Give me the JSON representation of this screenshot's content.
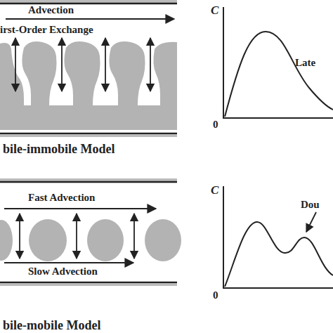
{
  "diagram": {
    "labels": [
      "Advection",
      "irst-Order Exchange",
      "bile-immobile Model",
      "C",
      "0",
      "Late",
      "Fast Advection",
      "Slow Advection",
      "bile-mobile Model",
      "C",
      "0",
      "Dou"
    ]
  }
}
